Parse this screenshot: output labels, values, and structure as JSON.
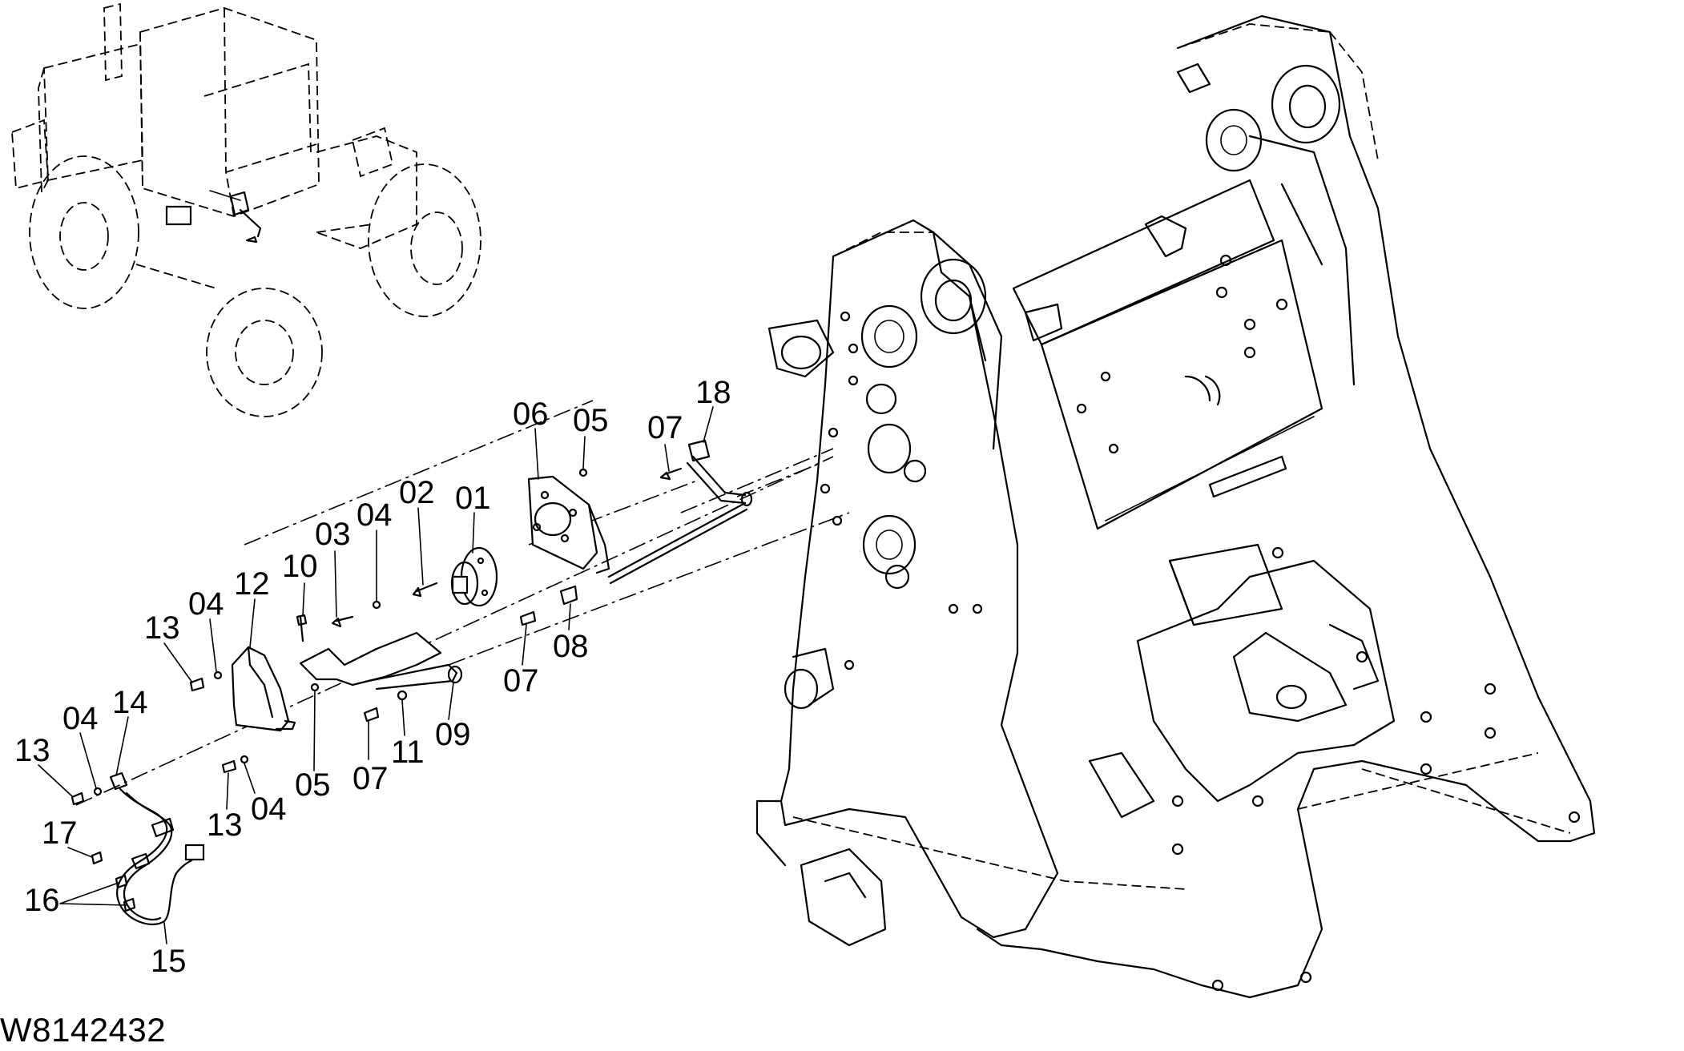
{
  "drawing_number": "W8142432",
  "part_labels": [
    {
      "id": "label-01",
      "text": "01"
    },
    {
      "id": "label-02",
      "text": "02"
    },
    {
      "id": "label-03",
      "text": "03"
    },
    {
      "id": "label-04-a",
      "text": "04"
    },
    {
      "id": "label-04-b",
      "text": "04"
    },
    {
      "id": "label-04-c",
      "text": "04"
    },
    {
      "id": "label-04-d",
      "text": "04"
    },
    {
      "id": "label-05-a",
      "text": "05"
    },
    {
      "id": "label-05-b",
      "text": "05"
    },
    {
      "id": "label-06",
      "text": "06"
    },
    {
      "id": "label-07-a",
      "text": "07"
    },
    {
      "id": "label-07-b",
      "text": "07"
    },
    {
      "id": "label-07-c",
      "text": "07"
    },
    {
      "id": "label-08",
      "text": "08"
    },
    {
      "id": "label-09",
      "text": "09"
    },
    {
      "id": "label-10",
      "text": "10"
    },
    {
      "id": "label-11",
      "text": "11"
    },
    {
      "id": "label-12",
      "text": "12"
    },
    {
      "id": "label-13-a",
      "text": "13"
    },
    {
      "id": "label-13-b",
      "text": "13"
    },
    {
      "id": "label-13-c",
      "text": "13"
    },
    {
      "id": "label-14",
      "text": "14"
    },
    {
      "id": "label-15",
      "text": "15"
    },
    {
      "id": "label-16",
      "text": "16"
    },
    {
      "id": "label-17",
      "text": "17"
    },
    {
      "id": "label-18",
      "text": "18"
    }
  ]
}
